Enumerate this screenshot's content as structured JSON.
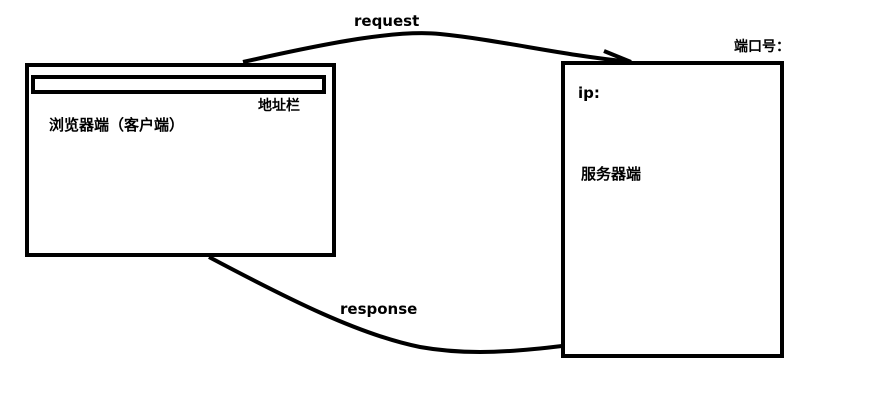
{
  "labels": {
    "request": "request",
    "response": "response",
    "port": "端口号：",
    "address_bar": "地址栏",
    "browser": "浏览器端（客户端）",
    "ip": "ip:",
    "server": "服务器端"
  },
  "colors": {
    "stroke": "#000000",
    "background": "#ffffff"
  }
}
